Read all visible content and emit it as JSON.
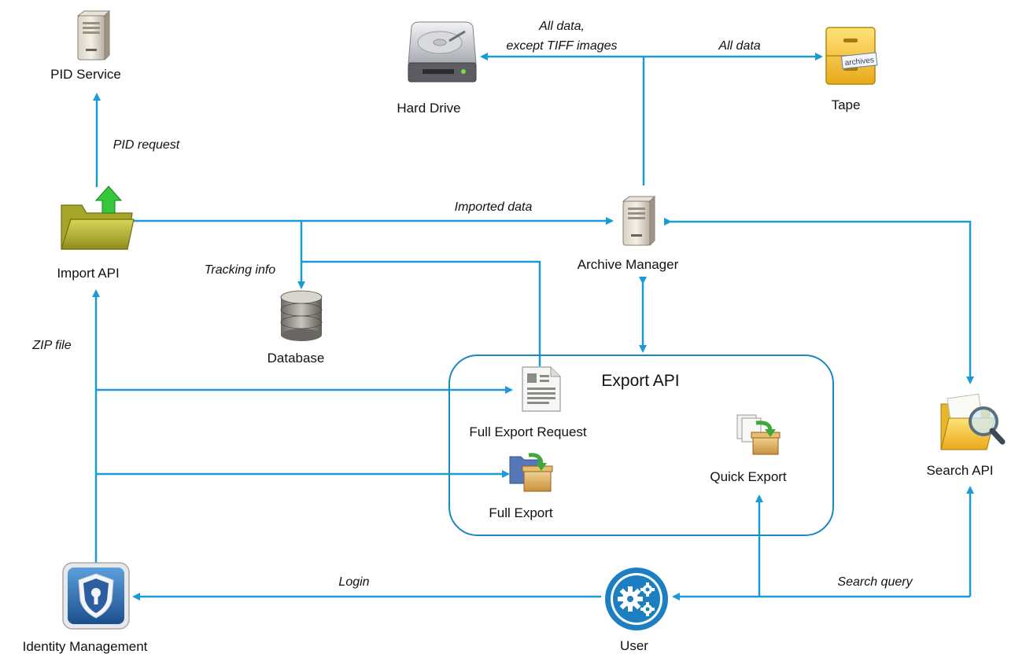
{
  "colors": {
    "connector": "#1b9ad6",
    "box_border": "#1b87c2",
    "text": "#111111"
  },
  "nodes": {
    "pid_service": {
      "label": "PID Service",
      "icon": "server-tower-icon"
    },
    "hard_drive": {
      "label": "Hard Drive",
      "icon": "hard-drive-icon"
    },
    "tape": {
      "label": "Tape",
      "icon": "archive-cabinet-icon"
    },
    "import_api": {
      "label": "Import API",
      "icon": "folder-upload-icon"
    },
    "archive_manager": {
      "label": "Archive Manager",
      "icon": "server-tower-icon"
    },
    "database": {
      "label": "Database",
      "icon": "database-icon"
    },
    "export_api": {
      "label": "Export API"
    },
    "full_export_request": {
      "label": "Full Export Request",
      "icon": "document-icon"
    },
    "full_export": {
      "label": "Full Export",
      "icon": "folder-export-icon"
    },
    "quick_export": {
      "label": "Quick Export",
      "icon": "quick-export-icon"
    },
    "search_api": {
      "label": "Search API",
      "icon": "folder-search-icon"
    },
    "identity_management": {
      "label": "Identity Management",
      "icon": "shield-lock-icon"
    },
    "user": {
      "label": "User",
      "icon": "gears-icon"
    }
  },
  "edges": {
    "all_data_except_line1": "All data,",
    "all_data_except_line2": "except TIFF images",
    "all_data": "All data",
    "pid_request": "PID request",
    "imported_data": "Imported data",
    "tracking_info": "Tracking info",
    "zip_file": "ZIP file",
    "login": "Login",
    "search_query": "Search query"
  },
  "archive_text": "archives"
}
